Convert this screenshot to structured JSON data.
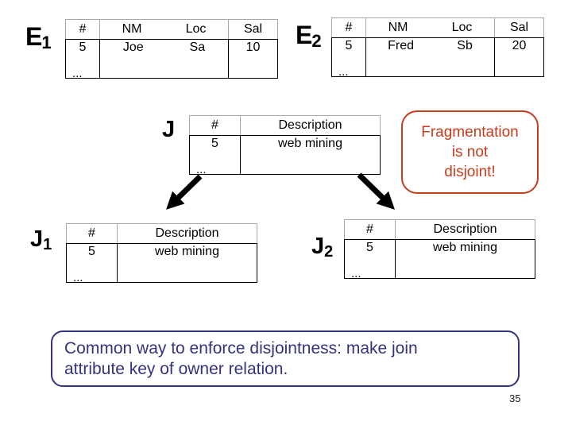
{
  "colors": {
    "accent_red": "#c63d1d",
    "accent_blue": "#333380"
  },
  "tables": {
    "e1": {
      "label": "E",
      "sub": "1",
      "headers": [
        "#",
        "NM",
        "Loc",
        "Sal"
      ],
      "row": [
        "5",
        "Joe",
        "Sa",
        "10"
      ],
      "ellipsis": "..."
    },
    "e2": {
      "label": "E",
      "sub": "2",
      "headers": [
        "#",
        "NM",
        "Loc",
        "Sal"
      ],
      "row": [
        "5",
        "Fred",
        "Sb",
        "20"
      ],
      "ellipsis": "..."
    },
    "j": {
      "label": "J",
      "headers": [
        "#",
        "Description"
      ],
      "row": [
        "5",
        "web mining"
      ],
      "ellipsis": "..."
    },
    "j1": {
      "label": "J",
      "sub": "1",
      "headers": [
        "#",
        "Description"
      ],
      "row": [
        "5",
        "web mining"
      ],
      "ellipsis": "..."
    },
    "j2": {
      "label": "J",
      "sub": "2",
      "headers": [
        "#",
        "Description"
      ],
      "row": [
        "5",
        "web mining"
      ],
      "ellipsis": "..."
    }
  },
  "callout": {
    "line1": "Fragmentation",
    "line2": "is not",
    "line3": "disjoint!"
  },
  "note": {
    "line1": "Common way to enforce disjointness: make join",
    "line2": "attribute key of owner relation."
  },
  "page": {
    "number": "35"
  }
}
